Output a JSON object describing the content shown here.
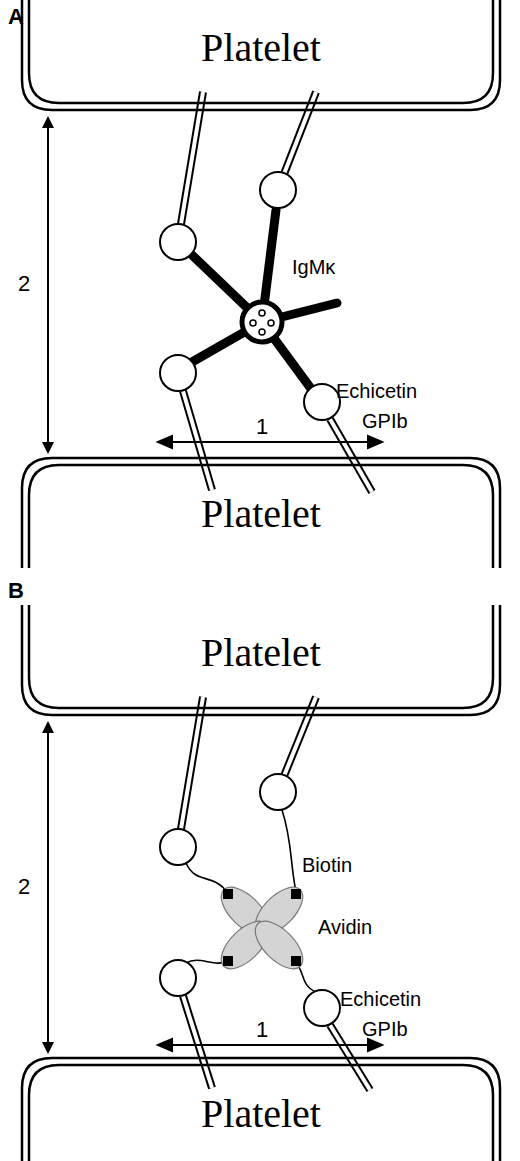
{
  "diagram": {
    "nodes": [
      {
        "text": [
          "Platelet"
        ]
      },
      {
        "text": [
          "Platelet"
        ]
      },
      {
        "text": [
          "Platelet"
        ]
      },
      {
        "text": [
          "Platelet"
        ]
      }
    ],
    "edges": [
      {
        "from": 0,
        "to": 1,
        "arrow": "both",
        "label": "2"
      },
      {
        "from": 2,
        "to": 3,
        "arrow": "both",
        "label": "2"
      }
    ],
    "labels": [
      "A",
      "IgMκ",
      "Echicetin",
      "GPIb",
      "1",
      "B",
      "Biotin",
      "Avidin",
      "Echicetin",
      "GPIb",
      "1"
    ]
  }
}
